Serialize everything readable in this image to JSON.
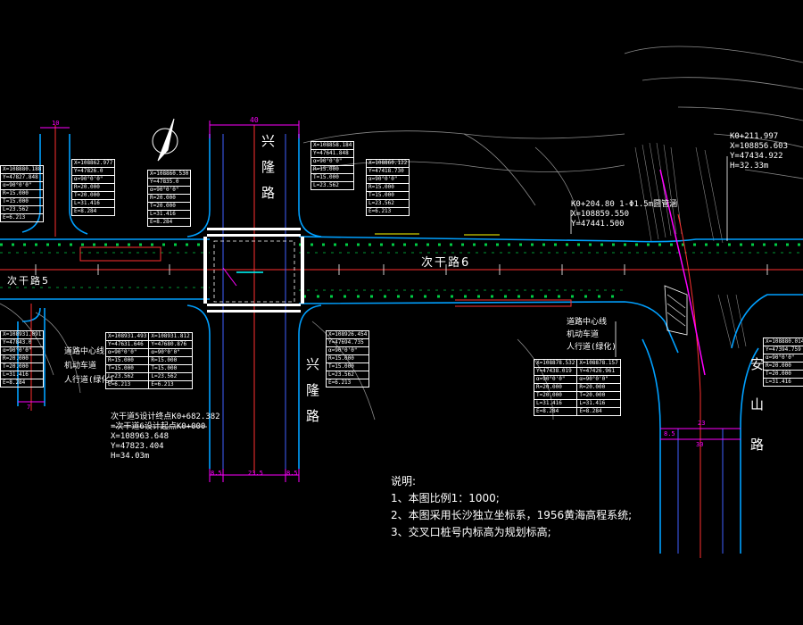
{
  "roads": {
    "xinggan6": "次干路6",
    "xinggan5": "次干路5",
    "xinglong_top": "兴隆路",
    "xinglong_bottom": "兴隆路",
    "anshan": "安山路",
    "design_line": "道路中心线"
  },
  "legend_labels": {
    "center_line": "道路中心线",
    "motor_lane": "机动车道",
    "sidewalk": "人行道(绿化)"
  },
  "legend_labels_left": {
    "center_line": "道路中心线",
    "motor_lane": "机动车道",
    "sidewalk": "人行道(绿化)"
  },
  "point_a": {
    "l1": "K0+211.997",
    "l2": "X=108856.603",
    "l3": "Y=47434.922",
    "l4": "H=32.33m"
  },
  "point_b": {
    "l1": "K0+204.80 1-Φ1.5m圆管涵",
    "l2": "X=108859.550",
    "l3": "Y=47441.500"
  },
  "point_c": {
    "l1": "次干道5设计终点K0+682.382",
    "l2": "=次干道6设计起点K0+000",
    "l3": "X=108963.648",
    "l4": "Y=47823.404",
    "l5": "H=34.03m"
  },
  "notes": {
    "title": "说明:",
    "n1": "1、本图比例1：1000;",
    "n2": "2、本图采用长沙独立坐标系，1956黄海高程系统;",
    "n3": "3、交叉口桩号内标高为规划标高;"
  },
  "dims": {
    "top_width": "40",
    "bottom_left": "8.5",
    "bottom_mid": "23.5",
    "bottom_right": "8.5",
    "right_bottom": "30",
    "right_b1": "8.5",
    "right_b2": "23",
    "left_top": "10",
    "left_bottom": "7"
  },
  "colors": {
    "background": "#000000",
    "curb": "#00a0ff",
    "center": "#ff3030",
    "dim": "#ff00ff",
    "green": "#00cc44",
    "yellow": "#ffff00",
    "grey": "#9a9a9a",
    "cyan": "#00ffff"
  }
}
